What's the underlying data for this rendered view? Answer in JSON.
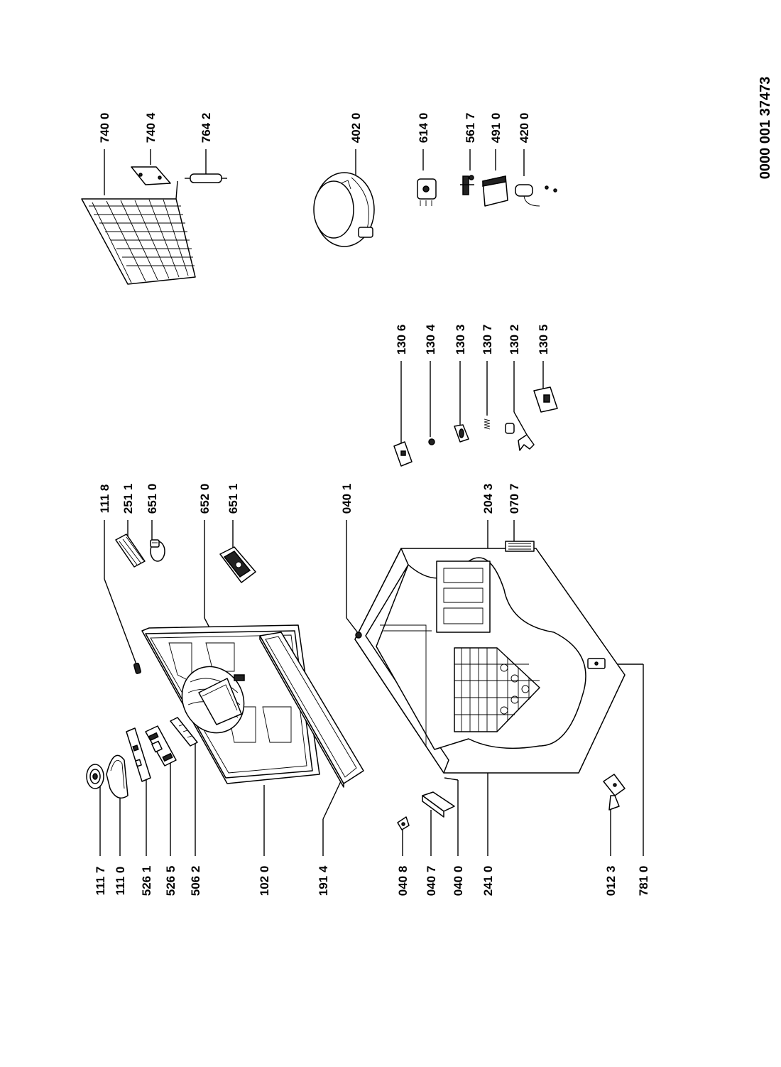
{
  "document_number": "0000 001 37473",
  "part_labels": {
    "p111_7": "111 7",
    "p111_0": "111 0",
    "p526_1": "526 1",
    "p526_5": "526 5",
    "p506_2": "506 2",
    "p102_0": "102 0",
    "p191_4": "191 4",
    "p040_8": "040 8",
    "p040_7": "040 7",
    "p040_0": "040 0",
    "p241_0": "241 0",
    "p012_3": "012 3",
    "p781_0": "781 0",
    "p111_8": "111 8",
    "p251_1": "251 1",
    "p651_0": "651 0",
    "p652_0": "652 0",
    "p651_1": "651 1",
    "p040_1": "040 1",
    "p204_3": "204 3",
    "p070_7": "070 7",
    "p130_6": "130 6",
    "p130_4": "130 4",
    "p130_3": "130 3",
    "p130_7": "130 7",
    "p130_2": "130 2",
    "p130_5": "130 5",
    "p740_0": "740 0",
    "p740_4": "740 4",
    "p764_2": "764 2",
    "p402_0": "402 0",
    "p614_0": "614 0",
    "p561_7": "561 7",
    "p491_0": "491 0",
    "p420_0": "420 0"
  }
}
